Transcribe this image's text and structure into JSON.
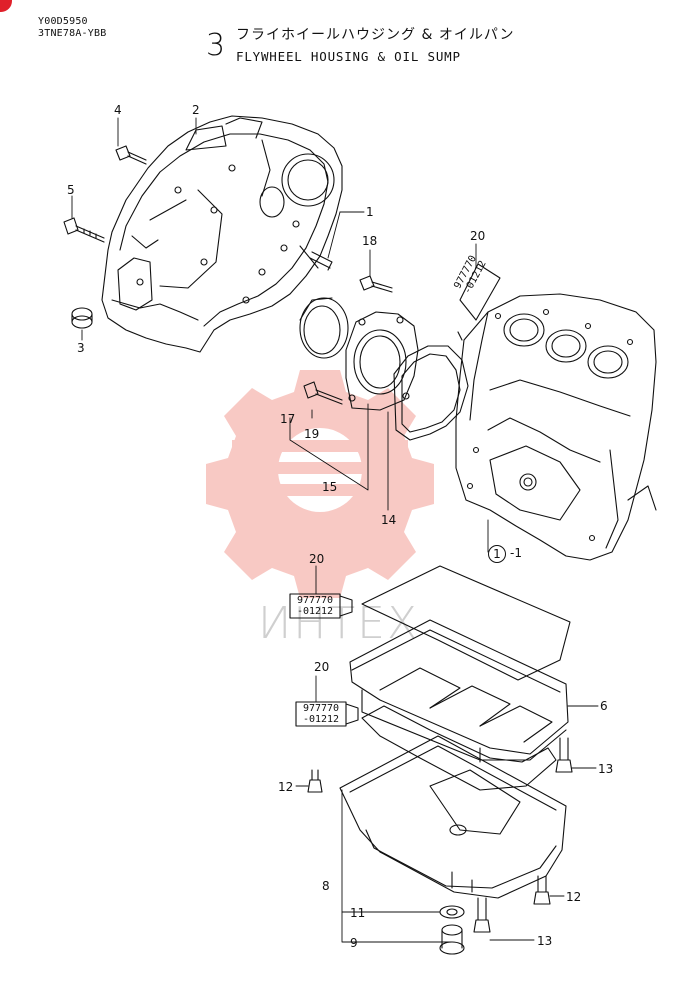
{
  "header": {
    "code": "Y00D5950",
    "model": "3TNE78A-YBB",
    "section_number": "3",
    "title_jp": "フライホイールハウジング & オイルパン",
    "title_en": "FLYWHEEL HOUSING & OIL SUMP"
  },
  "watermark": {
    "text": "ИНТЕХ",
    "color": "#e8412f"
  },
  "sealant_tubes": [
    {
      "code_line1": "977770",
      "code_line2": "-01212"
    },
    {
      "code_line1": "977770",
      "code_line2": "-01212"
    },
    {
      "code_line1": "977770",
      "code_line2": "-01212"
    }
  ],
  "callouts": {
    "p1": "1",
    "p2": "2",
    "p3": "3",
    "p4": "4",
    "p5": "5",
    "p6": "6",
    "p8": "8",
    "p9": "9",
    "p11": "11",
    "p12a": "12",
    "p12b": "12",
    "p13a": "13",
    "p13b": "13",
    "p14": "14",
    "p15": "15",
    "p17": "17",
    "p18": "18",
    "p19": "19",
    "p20a": "20",
    "p20b": "20",
    "p20c": "20",
    "ref_circle": "1",
    "ref_suffix": "-1"
  }
}
